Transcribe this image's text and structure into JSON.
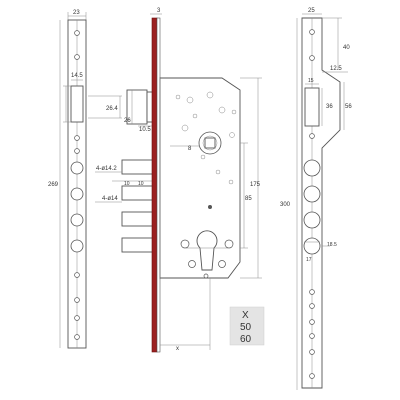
{
  "colors": {
    "line": "#555555",
    "dimension": "#8a8a8a",
    "faceplate_center": "#9b2020",
    "legend_bg": "#e4e4e4"
  },
  "dimensions": {
    "left_plate_width": "23",
    "side_plate_thickness": "3",
    "latch_offset": "14.5",
    "latch_height": "26.4",
    "latch_depth": "26",
    "latch_projection": "10.5",
    "spindle_square": "8",
    "cylinder_pitch": "85",
    "backset": "175",
    "overall_height": "269",
    "bolt_diameter_top": "4-ø14.2",
    "bolt_spacing_a": "10",
    "bolt_spacing_b": "10",
    "bolt_diameter_lower": "4-ø14",
    "backset_depth": "x",
    "strike_width": "25",
    "strike_top_offset": "40",
    "strike_latch_offset": "12.5",
    "strike_hole_width": "15",
    "strike_hole_height": "36",
    "strike_side_depth": "56",
    "strike_length": "300",
    "strike_bolt_hole": "18.5",
    "strike_bolt_gap": "17"
  },
  "legend": {
    "values": [
      "X",
      "50",
      "60"
    ]
  }
}
